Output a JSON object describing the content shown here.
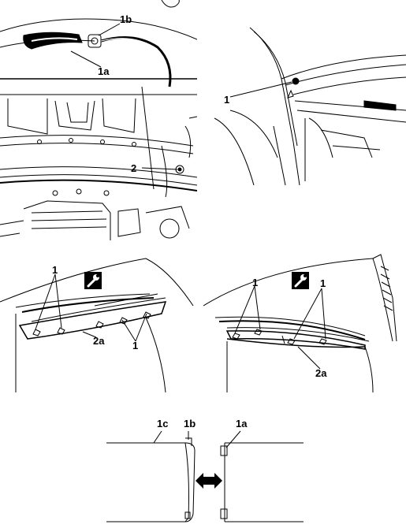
{
  "colors": {
    "line": "#000000",
    "background": "#ffffff"
  },
  "icons": {
    "tool": "wrench-icon",
    "arrow": "double-arrow-icon"
  },
  "panel_top_left": {
    "callouts": {
      "c1b": "1b",
      "c1a": "1a",
      "c2": "2"
    }
  },
  "panel_top_right": {
    "callouts": {
      "c1": "1"
    }
  },
  "panel_mid_left": {
    "callouts": {
      "c1_top": "1",
      "c1_bottom": "1",
      "c2a": "2a"
    }
  },
  "panel_mid_right": {
    "callouts": {
      "c1_left": "1",
      "c1_right": "1",
      "c2a": "2a"
    }
  },
  "panel_bottom": {
    "callouts": {
      "c1c": "1c",
      "c1b": "1b",
      "c1a": "1a"
    }
  }
}
